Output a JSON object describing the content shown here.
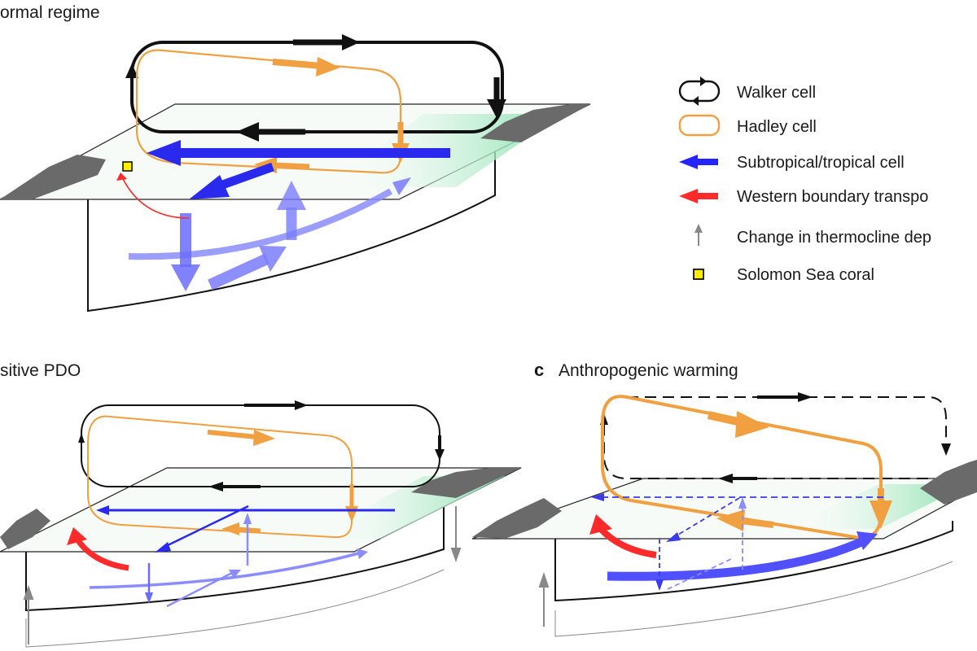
{
  "panels": {
    "a": {
      "letter": "",
      "title": "ormal regime"
    },
    "b": {
      "letter": "",
      "title": "sitive PDO"
    },
    "c": {
      "letter": "c",
      "title": "Anthropogenic warming"
    }
  },
  "legend": [
    {
      "key": "walker",
      "label": "Walker cell",
      "color": "#111111",
      "icon": "loop-arrows-icon"
    },
    {
      "key": "hadley",
      "label": "Hadley cell",
      "color": "#f0a040",
      "icon": "rounded-loop-icon"
    },
    {
      "key": "stc",
      "label": "Subtropical/tropical cell",
      "color": "#2424ff",
      "icon": "arrow-left-icon"
    },
    {
      "key": "wbt",
      "label": "Western boundary transpo",
      "color": "#ff2a2a",
      "icon": "arrow-left-icon"
    },
    {
      "key": "thermocline",
      "label": "Change in thermocline dep",
      "color": "#888888",
      "icon": "arrow-up-icon"
    },
    {
      "key": "coral",
      "label": "Solomon Sea coral",
      "color": "#ffee00",
      "icon": "square-marker-icon"
    }
  ]
}
